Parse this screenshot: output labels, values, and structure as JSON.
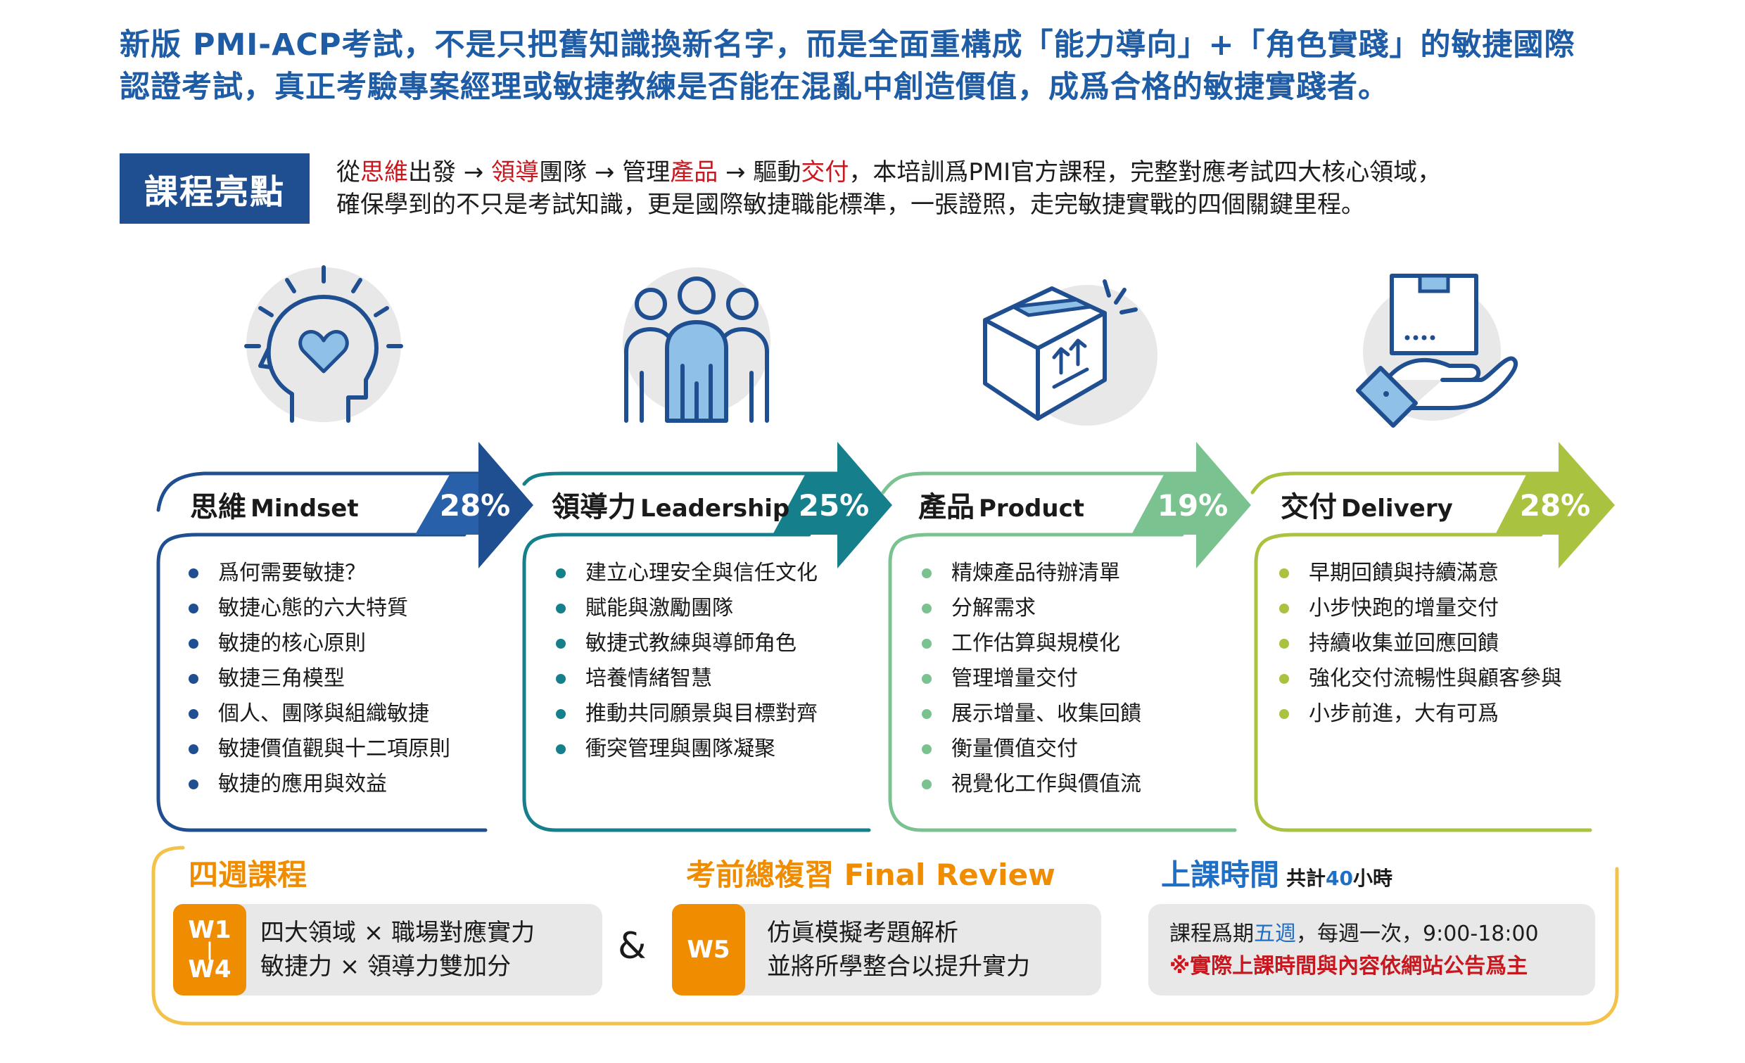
{
  "intro": {
    "line1": "新版 PMI-ACP考試，不是只把舊知識換新名字，而是全面重構成「能力導向」+「角色實踐」的敏捷國際",
    "line2": "認證考試，真正考驗專案經理或敏捷教練是否能在混亂中創造價值，成爲合格的敏捷實踐者。"
  },
  "highlights": {
    "badge": "課程亮點",
    "line1": {
      "p1": "從",
      "r1": "思維",
      "p2": "出發 → ",
      "r2": "領導",
      "p3": "團隊 → 管理",
      "r3": "產品",
      "p4": " → 驅動",
      "r4": "交付",
      "p5": "，本培訓爲PMI官方課程，完整對應考試四大核心領域，"
    },
    "line2": "確保學到的不只是考試知識，更是國際敏捷職能標準，一張證照，走完敏捷實戰的四個關鍵里程。"
  },
  "colors": {
    "mindset": "#1f4f91",
    "leadership": "#167f8c",
    "product": "#7ac390",
    "delivery": "#a9c23f",
    "icon_line": "#1f4f91",
    "icon_fill": "#8fc1e8",
    "orange": "#f08c00",
    "gold": "#f3c24b"
  },
  "domains": [
    {
      "zh": "思維",
      "en": "Mindset",
      "percent": "28%",
      "items": [
        "爲何需要敏捷？",
        "敏捷心態的六大特質",
        "敏捷的核心原則",
        "敏捷三角模型",
        "個人、團隊與組織敏捷",
        "敏捷價值觀與十二項原則",
        "敏捷的應用與效益"
      ]
    },
    {
      "zh": "領導力",
      "en": "Leadership",
      "percent": "25%",
      "items": [
        "建立心理安全與信任文化",
        "賦能與激勵團隊",
        "敏捷式教練與導師角色",
        "培養情緒智慧",
        "推動共同願景與目標對齊",
        "衝突管理與團隊凝聚"
      ]
    },
    {
      "zh": "產品",
      "en": "Product",
      "percent": "19%",
      "items": [
        "精煉產品待辦清單",
        "分解需求",
        "工作估算與規模化",
        "管理增量交付",
        "展示增量、收集回饋",
        "衡量價值交付",
        "視覺化工作與價值流"
      ]
    },
    {
      "zh": "交付",
      "en": "Delivery",
      "percent": "28%",
      "items": [
        "早期回饋與持續滿意",
        "小步快跑的增量交付",
        "持續收集並回應回饋",
        "強化交付流暢性與顧客參與",
        "小步前進，大有可爲"
      ]
    }
  ],
  "schedule": {
    "four_weeks": {
      "title": "四週課程",
      "badge_top": "W1",
      "badge_mid": "|",
      "badge_bottom": "W4",
      "line1": "四大領域 × 職場對應實力",
      "line2": "敏捷力 × 領導力雙加分"
    },
    "amp": "&",
    "final_review": {
      "title": "考前總複習 Final Review",
      "badge": "W5",
      "line1": "仿眞模擬考題解析",
      "line2": "並將所學整合以提升實力"
    },
    "class_time": {
      "title": "上課時間",
      "total_prefix": "共計",
      "total_hours": "40",
      "total_suffix": "小時",
      "detail_prefix": "課程爲期",
      "detail_weeks": "五週",
      "detail_suffix": "，每週一次，9:00-18:00",
      "note": "※實際上課時間與內容依網站公告爲主"
    }
  }
}
